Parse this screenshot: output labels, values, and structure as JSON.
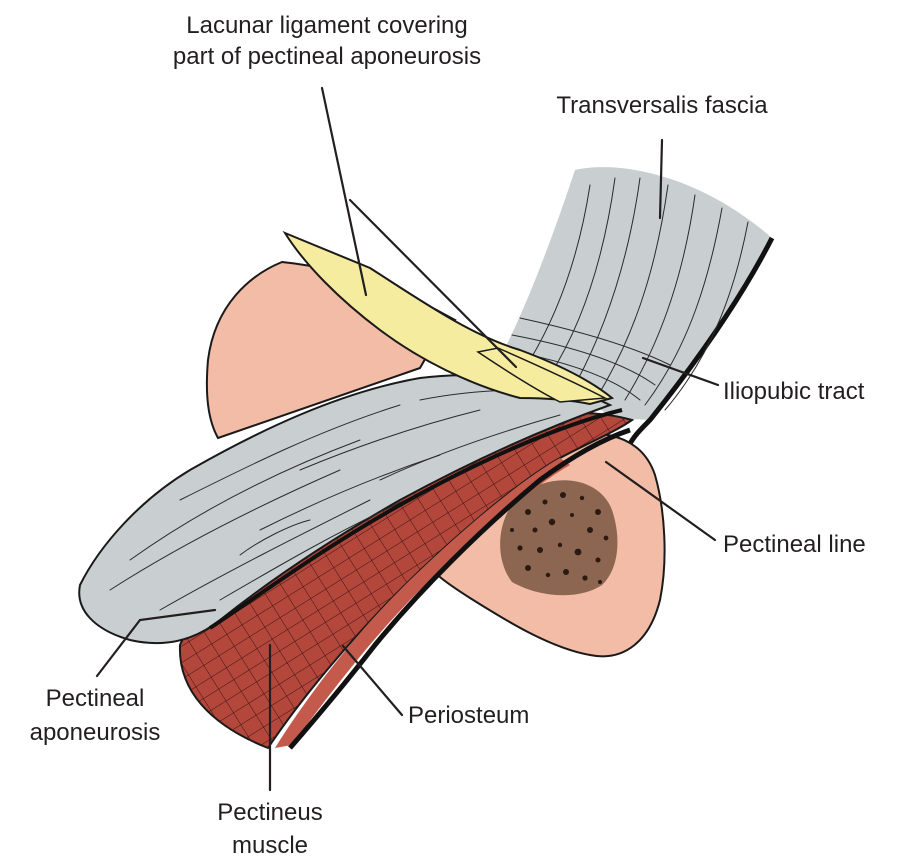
{
  "colors": {
    "fascia": "#c9cfd0",
    "fascia_shade": "#b4bcbd",
    "bone": "#f2bca6",
    "ligament": "#f6ec9f",
    "muscle": "#b4473c",
    "muscle_light": "#c45a4c",
    "marrow": "#8c6650",
    "outline": "#1a1a1a"
  },
  "labels": {
    "lacunar_line1": "Lacunar ligament covering",
    "lacunar_line2": "part of pectineal aponeurosis",
    "transversalis": "Transversalis fascia",
    "iliopubic": "Iliopubic tract",
    "pectineal_line": "Pectineal line",
    "pectineal_aponeurosis_line1": "Pectineal",
    "pectineal_aponeurosis_line2": "aponeurosis",
    "periosteum": "Periosteum",
    "pectineus_line1": "Pectineus",
    "pectineus_line2": "muscle"
  }
}
